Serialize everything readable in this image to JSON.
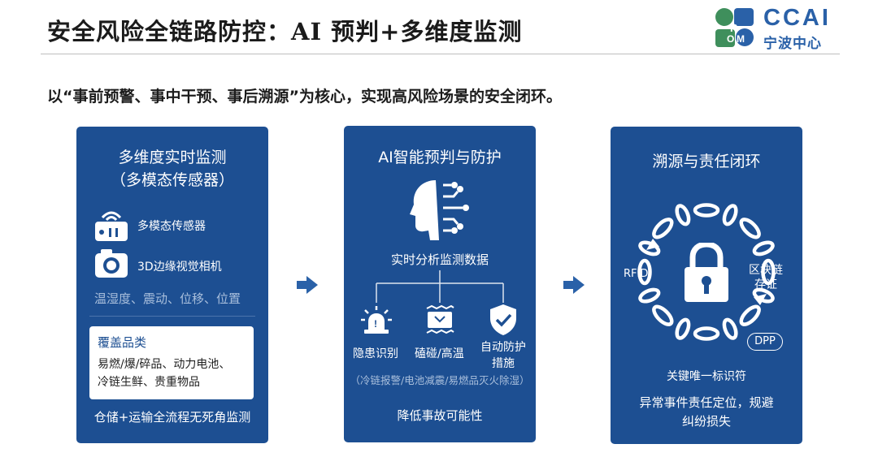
{
  "header": {
    "title": "安全风险全链路防控：AI 预判+多维度监测",
    "logo_ccai": "CCAI",
    "logo_city": "宁波中心"
  },
  "subtitle": "以“事前预警、事中干预、事后溯源”为核心，实现高风险场景的安全闭环。",
  "colors": {
    "panel": "#1d4f92",
    "accent": "#2a61a8",
    "logo_green": "#3f8f5c"
  },
  "panels": [
    {
      "title_line1": "多维度实时监测",
      "title_line2": "（多模态传感器）",
      "items": [
        {
          "icon": "sensor-icon",
          "label": "多模态传感器"
        },
        {
          "icon": "camera-icon",
          "label": "3D边缘视觉相机"
        }
      ],
      "metrics": "温湿度、震动、位移、位置",
      "coverage_title": "覆盖品类",
      "coverage_line1": "易燃/爆/碎品、动力电池、",
      "coverage_line2": "冷链生鲜、贵重物品",
      "footer": "仓储+运输全流程无死角监测"
    },
    {
      "title": "AI智能预判与防护",
      "brain_icon": "ai-head-icon",
      "data_label": "实时分析监测数据",
      "branches": [
        {
          "icon": "alarm-icon",
          "label": "隐患识别"
        },
        {
          "icon": "vibration-icon",
          "label": "磕碰/高温"
        },
        {
          "icon": "shield-check-icon",
          "label_line1": "自动防护",
          "label_line2": "措施"
        }
      ],
      "examples": "（冷链报警/电池减震/易燃品灭火除湿）",
      "footer": "降低事故可能性"
    },
    {
      "title": "溯源与责任闭环",
      "chain_icon": "chain-loop-icon",
      "lock_icon": "lock-icon",
      "left_label": "RFID",
      "right_label_line1": "区块链",
      "right_label_line2": "存证",
      "badge": "DPP",
      "caption": "关键唯一标识符",
      "footer_line1": "异常事件责任定位，规避",
      "footer_line2": "纠纷损失"
    }
  ]
}
